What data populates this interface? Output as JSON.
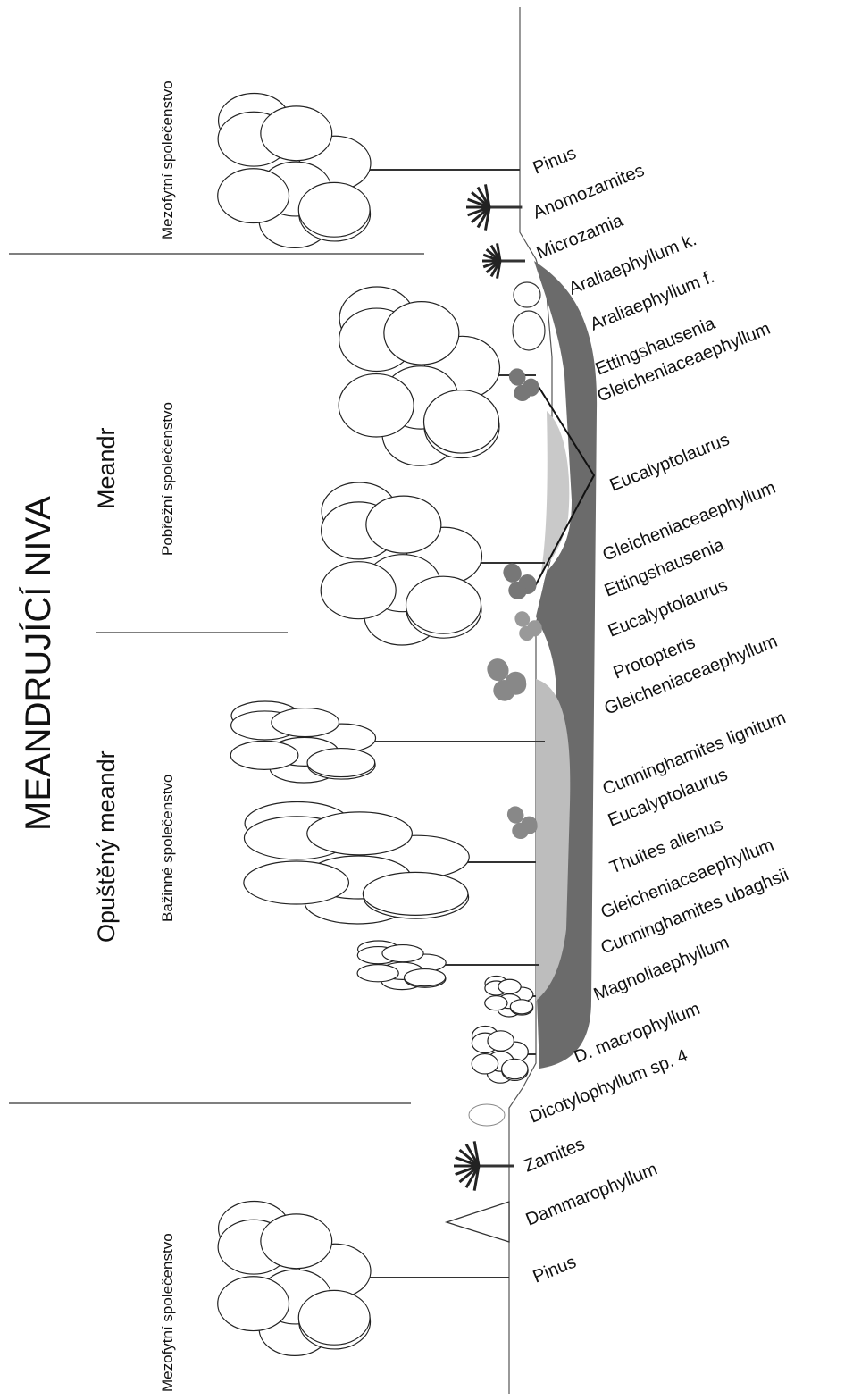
{
  "title": "MEANDRUJÍCÍ NIVA",
  "zones": {
    "meandr": "Meandr",
    "opusteny": "Opuštěný meandr"
  },
  "communities": {
    "mezofytni_top": "Mezofytní společenstvo",
    "pobrezni": "Pobřežní společenstvo",
    "bazinne": "Bažinné společenstvo",
    "mezofytni_bottom": "Mezofytní společenstvo"
  },
  "species": [
    "Pinus",
    "Anomozamites",
    "Microzamia",
    "Araliaephyllum k.",
    "Araliaephyllum f.",
    "Ettingshausenia",
    "Gleicheniaceaephyllum",
    "Eucalyptolaurus",
    "Gleicheniaceaephyllum",
    "Ettingshausenia",
    "Eucalyptolaurus",
    "Protopteris",
    "Gleicheniaceaephyllum",
    "Cunninghamites lignitum",
    "Eucalyptolaurus",
    "Thuites alienus",
    "Gleicheniaceaephyllum",
    "Cunninghamites ubaghsii",
    "Magnoliaephyllum",
    "D. macrophyllum",
    "Dicotylophyllum sp. 4",
    "Zamites",
    "Dammarophyllum",
    "Pinus"
  ],
  "colors": {
    "water_dark": "#6b6b6b",
    "water_light": "#bdbdbd",
    "line": "#222222"
  }
}
